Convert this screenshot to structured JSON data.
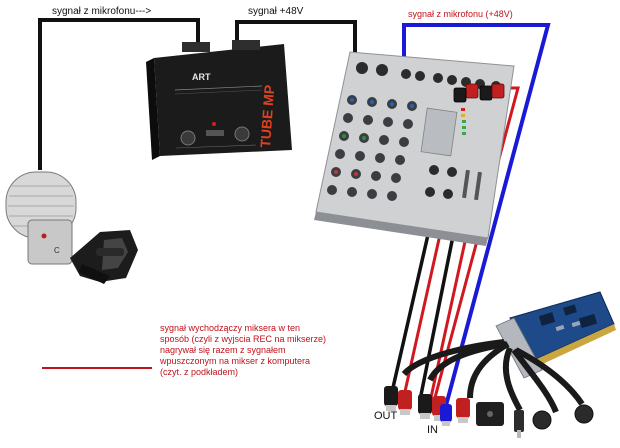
{
  "labels": {
    "mic_signal": "sygnał z mikrofonu--->",
    "phantom_signal": "sygnał +48V",
    "mic_signal_48v": "sygnał z mikrofonu (+48V)",
    "output_label": "OUT",
    "input_label": "IN"
  },
  "note_text": "sygnał wychodzączy miksera w ten sposób (czyli z wyjscia REC na mikserze) nagrywał się razem z sygnałem wpuszczonym na mikser z komputera (czyt. z podkładem)",
  "preamp": {
    "brand": "ART",
    "model": "TUBE MP"
  },
  "colors": {
    "cable_black": "#111111",
    "cable_blue": "#1a1ad6",
    "cable_red": "#d01820",
    "note_red": "#c0121a"
  }
}
